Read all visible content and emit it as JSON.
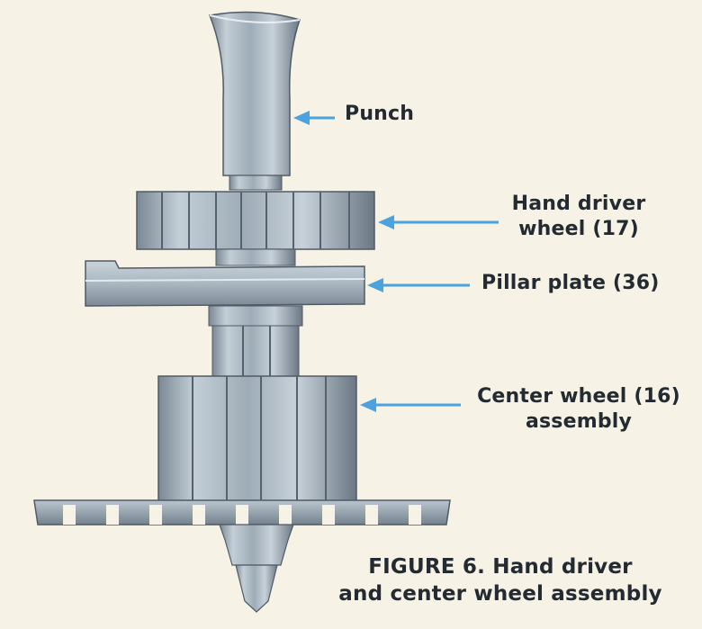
{
  "labels": {
    "punch": "Punch",
    "hand_driver_wheel_line1": "Hand driver",
    "hand_driver_wheel_line2": "wheel (17)",
    "pillar_plate": "Pillar plate (36)",
    "center_wheel_line1": "Center wheel (16)",
    "center_wheel_line2": "assembly"
  },
  "caption": {
    "line1": "FIGURE 6. Hand driver",
    "line2": "and center wheel assembly"
  },
  "colors": {
    "paper": "#f6f2e6",
    "metal": "#a9b6c0",
    "metal_dark": "#5f6d79",
    "arrow": "#4aa3e0",
    "text": "#232a31"
  }
}
